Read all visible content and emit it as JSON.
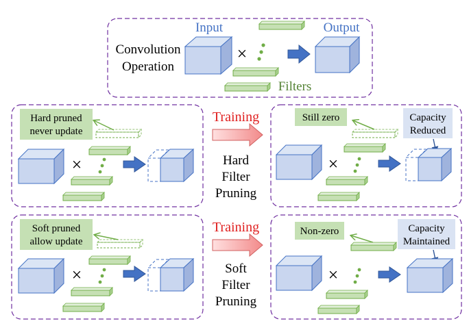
{
  "top": {
    "conv_line1": "Convolution",
    "conv_line2": "Operation",
    "input": "Input",
    "output": "Output",
    "filters": "Filters",
    "times": "×"
  },
  "hard": {
    "training": "Training",
    "label_line1": "Hard",
    "label_line2": "Filter",
    "label_line3": "Pruning",
    "left_note_line1": "Hard pruned",
    "left_note_line2": "never update",
    "right_note": "Still zero",
    "capacity_line1": "Capacity",
    "capacity_line2": "Reduced"
  },
  "soft": {
    "training": "Training",
    "label_line1": "Soft",
    "label_line2": "Filter",
    "label_line3": "Pruning",
    "left_note_line1": "Soft pruned",
    "left_note_line2": "allow update",
    "right_note": "Non-zero",
    "capacity_line1": "Capacity",
    "capacity_line2": "Maintained"
  },
  "colors": {
    "frame": "#7030a0",
    "cube_fill": "#c9d6ef",
    "cube_side": "#9fb3dd",
    "cube_stroke": "#4472c4",
    "filter_fill": "#c6e0b4",
    "filter_stroke": "#70ad47",
    "note_fill": "#c5e0b4",
    "capacity_fill": "#dae3f3",
    "blue_text": "#4472c4",
    "green_text": "#548235",
    "red_text": "#e02020",
    "arrow_blue": "#4472c4",
    "dots": "#70ad47"
  }
}
